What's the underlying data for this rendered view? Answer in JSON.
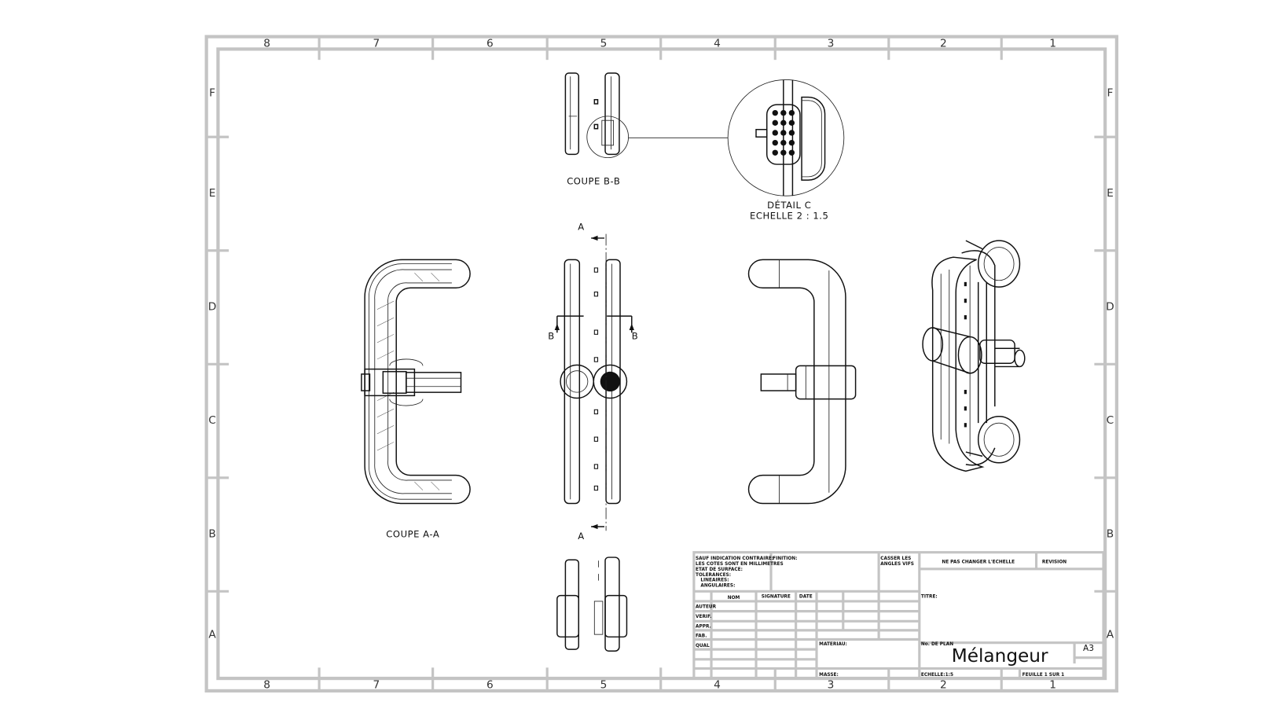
{
  "sheet": {
    "columns": [
      "8",
      "7",
      "6",
      "5",
      "4",
      "3",
      "2",
      "1"
    ],
    "rows": [
      "F",
      "E",
      "D",
      "C",
      "B",
      "A"
    ]
  },
  "views": {
    "section_bb": "COUPE B-B",
    "detail_c": "DÉTAIL C",
    "detail_c_scale": "ECHELLE 2 : 1.5",
    "section_aa": "COUPE A-A",
    "cut_a": "A",
    "cut_b": "B"
  },
  "title_block": {
    "notes": [
      "SAUF INDICATION CONTRAIRE:",
      "LES COTES SONT EN MILLIMETRES",
      "ETAT DE SURFACE:",
      "TOLERANCES:",
      "LINEAIRES:",
      "ANGULAIRES:"
    ],
    "finish": "FINITION:",
    "break_edges": [
      "CASSER LES",
      "ANGLES VIFS"
    ],
    "no_scale": "NE PAS CHANGER L'ECHELLE",
    "revision": "REVISION",
    "headers": [
      "NOM",
      "SIGNATURE",
      "DATE"
    ],
    "roles": [
      "AUTEUR",
      "VERIF.",
      "APPR.",
      "FAB.",
      "QUAL"
    ],
    "titre": "TITRE:",
    "material": "MATERIAU:",
    "drawing_no": "No. DE PLAN",
    "drawing_title": "Mélangeur",
    "size": "A3",
    "mass": "MASSE:",
    "scale": "ECHELLE:1:5",
    "sheet": "FEUILLE 1 SUR 1"
  }
}
